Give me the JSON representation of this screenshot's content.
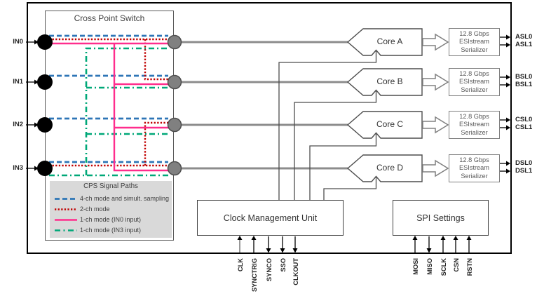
{
  "cps": {
    "title": "Cross Point Switch",
    "inputs": [
      {
        "label": "IN0"
      },
      {
        "label": "IN1"
      },
      {
        "label": "IN2"
      },
      {
        "label": "IN3"
      }
    ]
  },
  "legend": {
    "title": "CPS Signal Paths",
    "items": [
      {
        "label": "4-ch mode and simult. sampling",
        "pattern": "dashed",
        "color": "#2E75B6"
      },
      {
        "label": "2-ch mode",
        "pattern": "dotted",
        "color": "#C00000"
      },
      {
        "label": "1-ch mode (IN0 input)",
        "pattern": "solid",
        "color": "#FF2D8D"
      },
      {
        "label": "1-ch mode (IN3 input)",
        "pattern": "dash-dot",
        "color": "#00A878"
      }
    ]
  },
  "cores": [
    {
      "label": "Core A",
      "outputs": [
        "ASL0",
        "ASL1"
      ]
    },
    {
      "label": "Core B",
      "outputs": [
        "BSL0",
        "BSL1"
      ]
    },
    {
      "label": "Core C",
      "outputs": [
        "CSL0",
        "CSL1"
      ]
    },
    {
      "label": "Core D",
      "outputs": [
        "DSL0",
        "DSL1"
      ]
    }
  ],
  "serializer": {
    "line1": "12.8 Gbps",
    "line2": "ESIstream",
    "line3": "Serializer"
  },
  "cmu": {
    "title": "Clock Management Unit",
    "pins": [
      {
        "label": "CLK",
        "direction": "input"
      },
      {
        "label": "SYNCTRIG",
        "direction": "input"
      },
      {
        "label": "SYNCO",
        "direction": "output"
      },
      {
        "label": "SSO",
        "direction": "output"
      },
      {
        "label": "CLKOUT",
        "direction": "output"
      }
    ]
  },
  "spi": {
    "title": "SPI Settings",
    "pins": [
      {
        "label": "MOSI",
        "direction": "input"
      },
      {
        "label": "MISO",
        "direction": "output"
      },
      {
        "label": "SCLK",
        "direction": "input"
      },
      {
        "label": "CSN",
        "direction": "input"
      },
      {
        "label": "RSTN",
        "direction": "input"
      }
    ]
  },
  "colors": {
    "path_4ch": "#2E75B6",
    "path_2ch": "#C00000",
    "path_1ch_in0": "#FF2D8D",
    "path_1ch_in3": "#00A878",
    "analog_line": "#8C8C8C",
    "legend_bg": "#D9D9D9",
    "box_border": "#808080"
  }
}
